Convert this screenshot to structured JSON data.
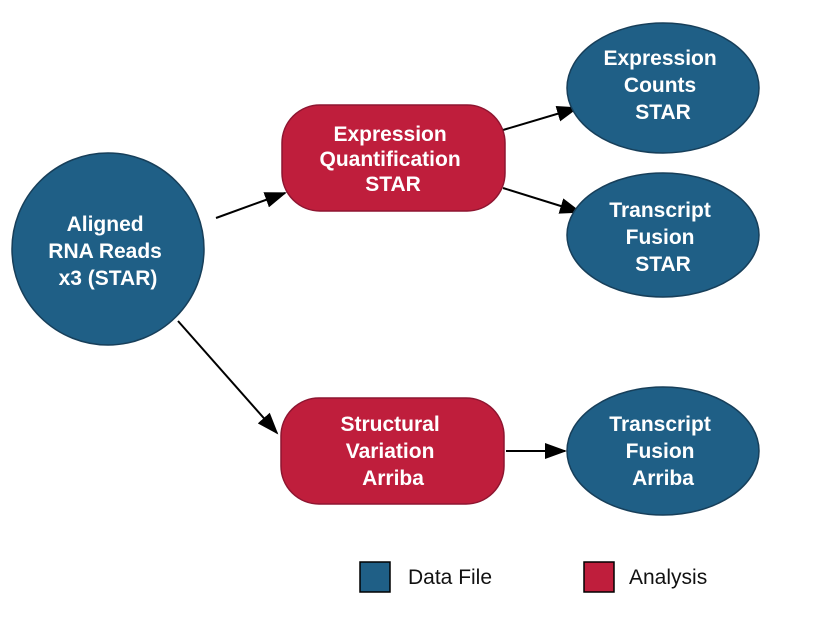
{
  "colors": {
    "data_file": "#1f5f86",
    "analysis": "#bf1e3c",
    "edge": "#000000",
    "text": "#ffffff"
  },
  "nodes": {
    "aligned_reads": {
      "lines": [
        "Aligned",
        "RNA Reads",
        "x3 (STAR)"
      ],
      "kind": "data_file"
    },
    "expression_quant": {
      "lines": [
        "Expression",
        "Quantification",
        "STAR"
      ],
      "kind": "analysis"
    },
    "structural_variation": {
      "lines": [
        "Structural",
        "Variation",
        "Arriba"
      ],
      "kind": "analysis"
    },
    "expression_counts": {
      "lines": [
        "Expression",
        "Counts",
        "STAR"
      ],
      "kind": "data_file"
    },
    "transcript_fusion_star": {
      "lines": [
        "Transcript",
        "Fusion",
        "STAR"
      ],
      "kind": "data_file"
    },
    "transcript_fusion_arriba": {
      "lines": [
        "Transcript",
        "Fusion",
        "Arriba"
      ],
      "kind": "data_file"
    }
  },
  "edges": [
    {
      "from": "aligned_reads",
      "to": "expression_quant"
    },
    {
      "from": "aligned_reads",
      "to": "structural_variation"
    },
    {
      "from": "expression_quant",
      "to": "expression_counts"
    },
    {
      "from": "expression_quant",
      "to": "transcript_fusion_star"
    },
    {
      "from": "structural_variation",
      "to": "transcript_fusion_arriba"
    }
  ],
  "legend": {
    "data_file_label": "Data File",
    "analysis_label": "Analysis"
  }
}
